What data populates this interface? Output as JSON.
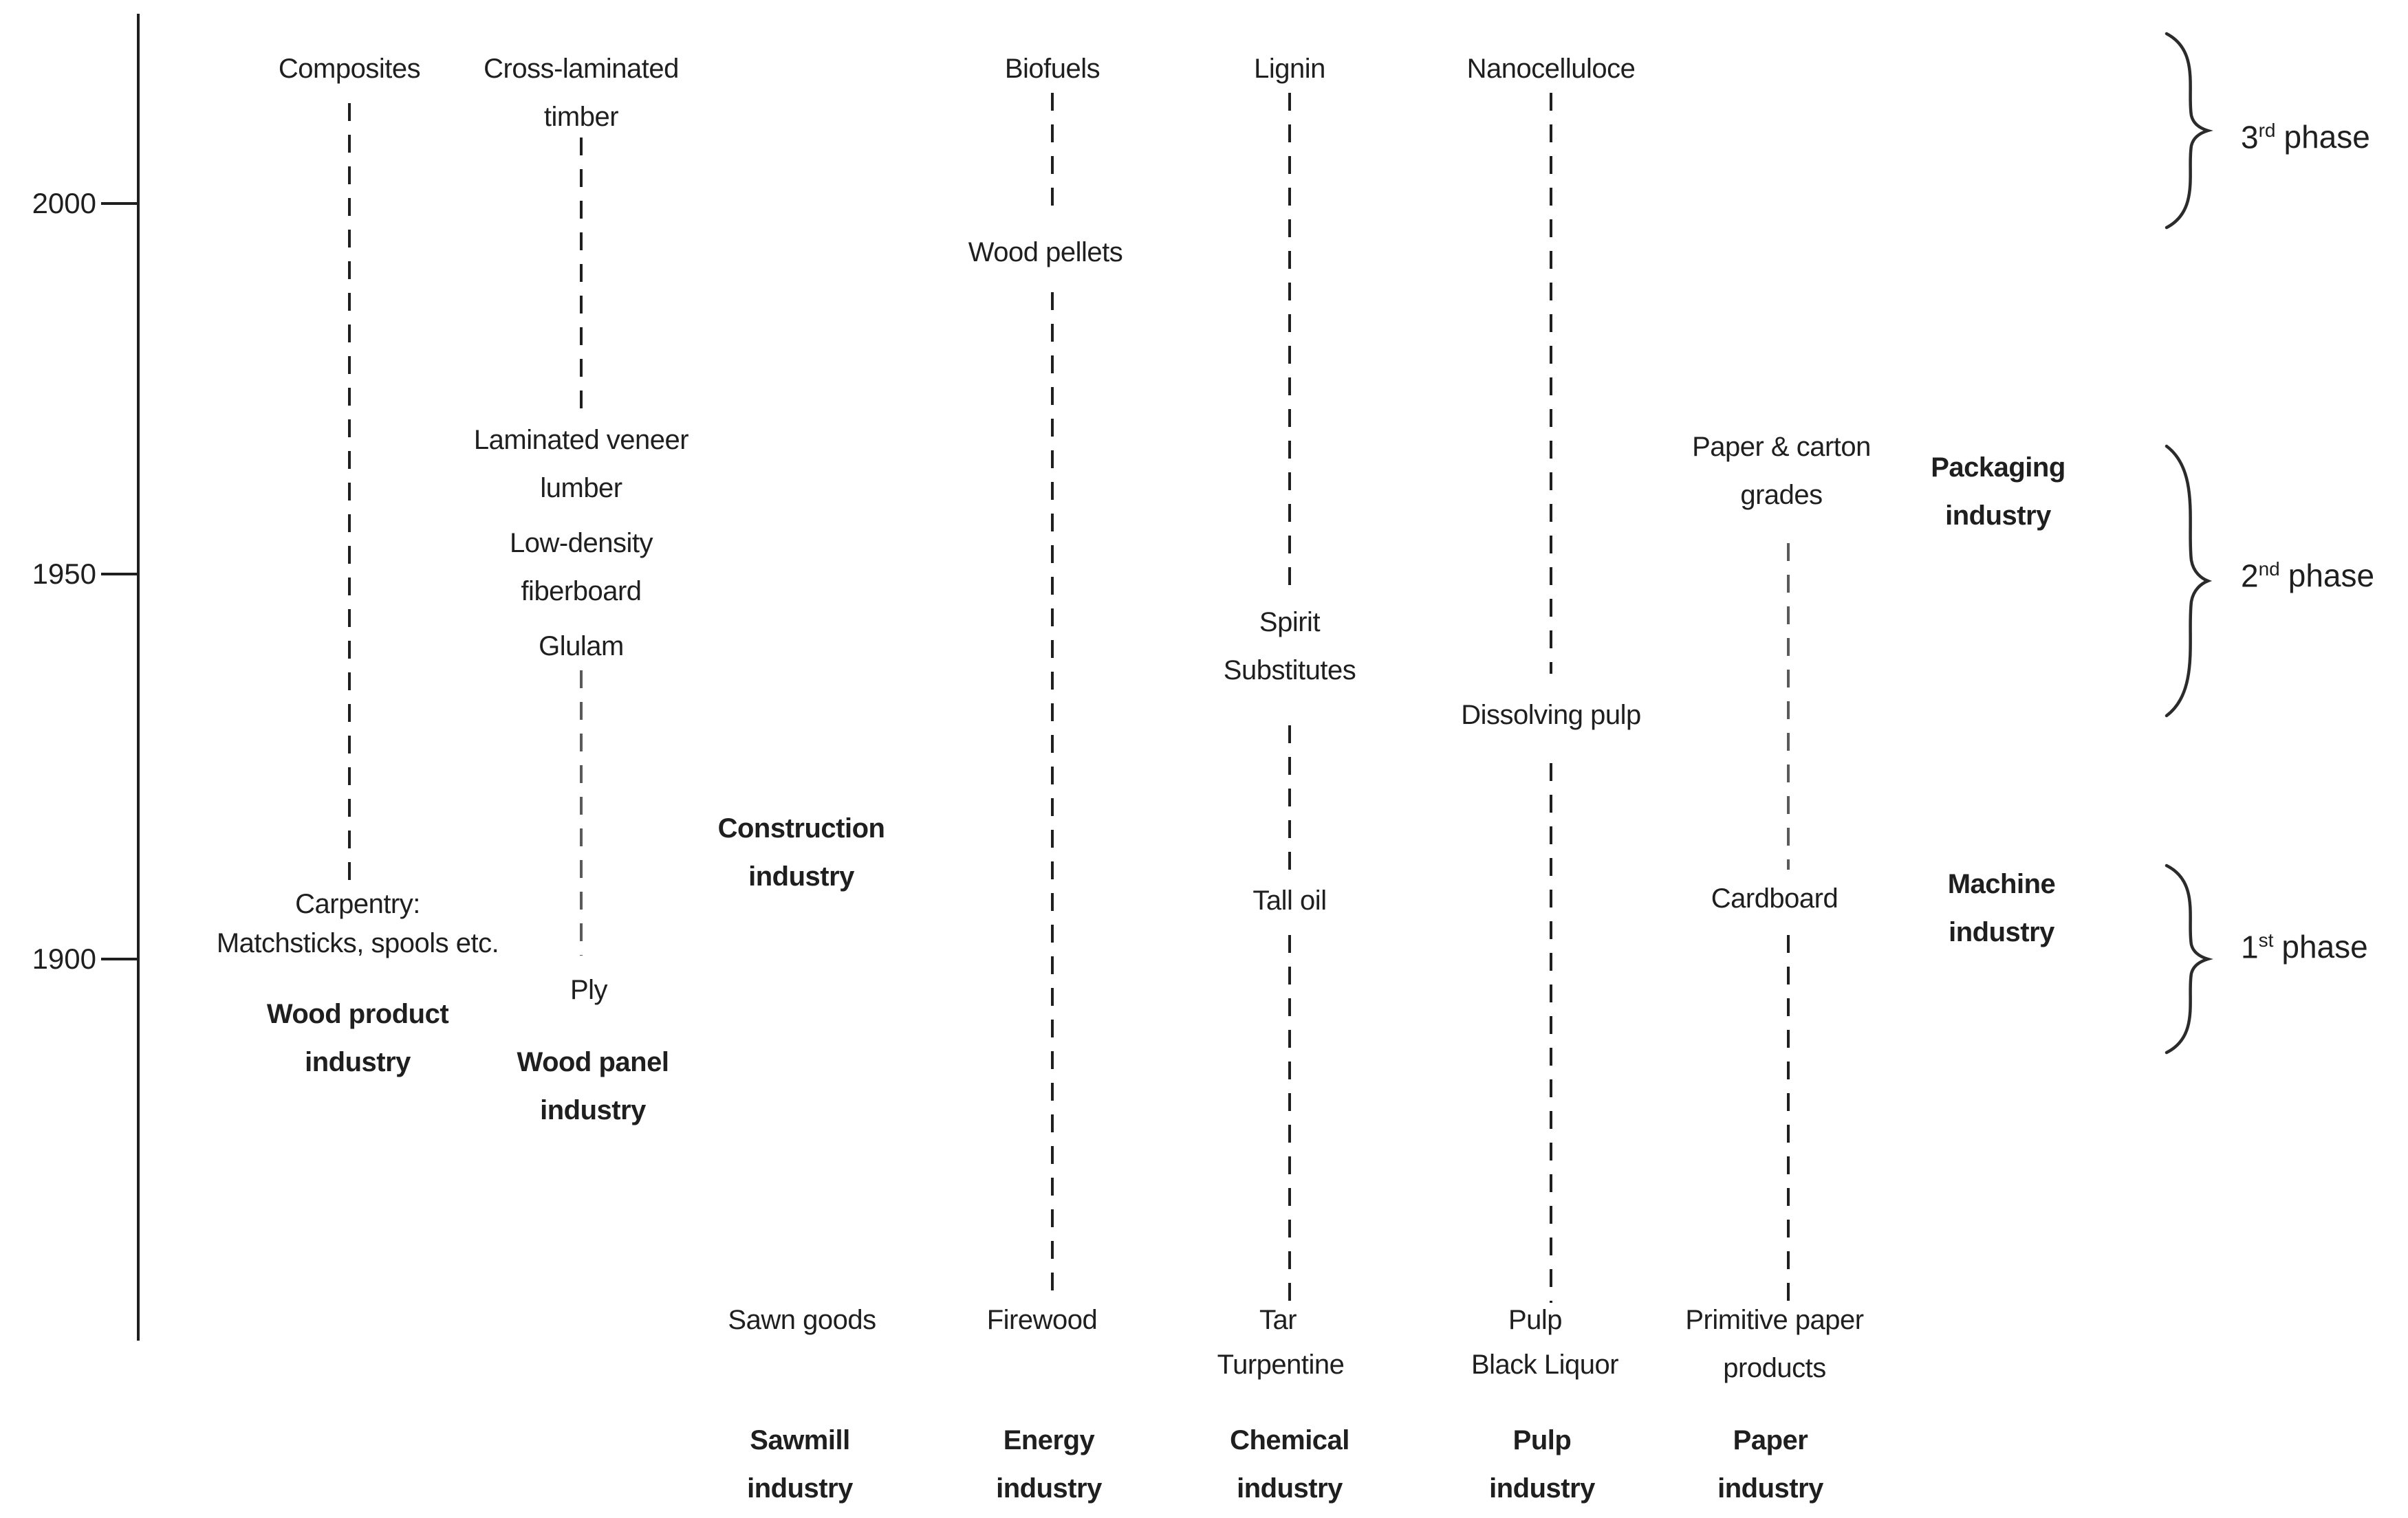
{
  "colors": {
    "ink": "#1f1f1f",
    "background": "#ffffff"
  },
  "axis": {
    "years": {
      "y2000": "2000",
      "y1950": "1950",
      "y1900": "1900"
    }
  },
  "products": {
    "composites": "Composites",
    "cross_laminated_timber": "Cross-laminated timber",
    "biofuels": "Biofuels",
    "lignin": "Lignin",
    "nanocellulose": "Nanocelluloce",
    "wood_pellets": "Wood pellets",
    "laminated_veneer_lumber": "Laminated veneer lumber",
    "low_density_fiberboard": "Low-density fiberboard",
    "glulam": "Glulam",
    "spirit_substitutes": "Spirit Substitutes",
    "dissolving_pulp": "Dissolving pulp",
    "paper_carton_grades": "Paper & carton grades",
    "tall_oil": "Tall oil",
    "cardboard": "Cardboard",
    "carpentry_title": "Carpentry:",
    "carpentry_items": "Matchsticks, spools etc.",
    "ply": "Ply",
    "sawn_goods": "Sawn goods",
    "firewood": "Firewood",
    "tar": "Tar",
    "turpentine": "Turpentine",
    "pulp": "Pulp",
    "black_liquor": "Black Liquor",
    "primitive_paper_products": "Primitive paper products"
  },
  "industries": {
    "wood_product": "Wood product industry",
    "wood_panel": "Wood panel industry",
    "construction": "Construction industry",
    "packaging": "Packaging industry",
    "machine": "Machine industry",
    "sawmill": "Sawmill industry",
    "energy": "Energy industry",
    "chemical": "Chemical industry",
    "pulp": "Pulp industry",
    "paper": "Paper industry"
  },
  "phases": {
    "third": {
      "num": "3",
      "sup": "rd",
      "word": "phase"
    },
    "second": {
      "num": "2",
      "sup": "nd",
      "word": "phase"
    },
    "first": {
      "num": "1",
      "sup": "st",
      "word": "phase"
    }
  }
}
